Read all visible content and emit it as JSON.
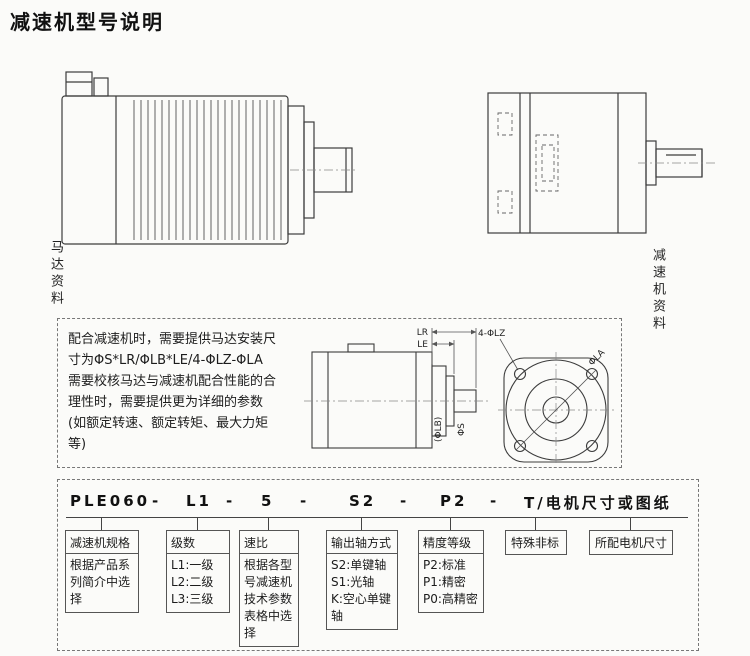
{
  "page": {
    "title": "减速机型号说明"
  },
  "colors": {
    "ink": "#1c1c1c",
    "line": "#3c3c3c"
  },
  "side_labels": {
    "motor": "马达资料",
    "reducer": "减速机资料"
  },
  "note": {
    "line1": "配合减速机时，需要提供马达安装尺",
    "line2": "寸为ΦS*LR/ΦLB*LE/4-ΦLZ-ΦLA",
    "line3": "需要校核马达与减速机配合性能的合",
    "line4": "理性时，需要提供更为详细的参数",
    "line5": "(如额定转速、额定转矩、最大力矩",
    "line6": "等)"
  },
  "dims": {
    "lr": "LR",
    "le": "LE",
    "lz": "4-ΦLZ",
    "la": "ΦLA",
    "lb": "(ΦLB)",
    "s": "ΦS"
  },
  "model": {
    "parts": [
      "PLE060",
      "-",
      "L1",
      "-",
      "5",
      "-",
      "S2",
      "-",
      "P2",
      "-",
      "T/电机尺寸或图纸"
    ]
  },
  "boxes": [
    {
      "title": "减速机规格",
      "lines": [
        "根据产品系",
        "列简介中选",
        "择"
      ]
    },
    {
      "title": "级数",
      "lines": [
        "L1:一级",
        "L2:二级",
        "L3:三级"
      ]
    },
    {
      "title": "速比",
      "lines": [
        "根据各型",
        "号减速机",
        "技术参数",
        "表格中选",
        "择"
      ]
    },
    {
      "title": "输出轴方式",
      "lines": [
        "S2:单键轴",
        "S1:光轴",
        "K:空心单键",
        "轴"
      ]
    },
    {
      "title": "精度等级",
      "lines": [
        "P2:标准",
        "P1:精密",
        "P0:高精密"
      ]
    },
    {
      "title": "特殊非标",
      "lines": []
    },
    {
      "title": "所配电机尺寸",
      "lines": []
    }
  ]
}
